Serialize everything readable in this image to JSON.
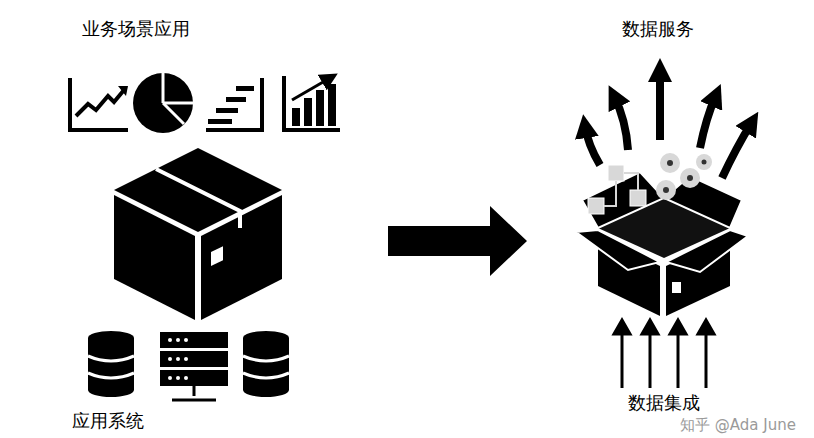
{
  "diagram": {
    "labels": [
      "业务场景应用",
      "应用系统",
      "数据服务",
      "数据集成",
      "知乎 @Ada June"
    ]
  }
}
